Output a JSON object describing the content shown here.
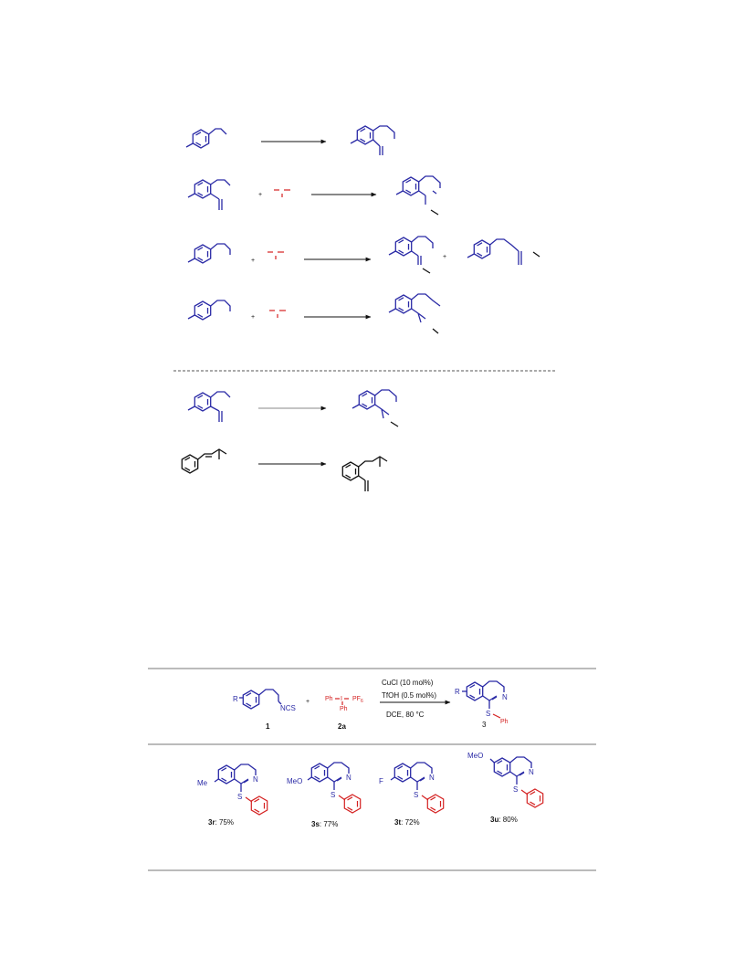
{
  "scheme_bottom": {
    "reactant_1": "1",
    "reactant_2": "2a",
    "product": "3",
    "reagent_1": "CuCl (10 mol%)",
    "reagent_2": "TfOH (0.5 mol%)",
    "conditions": "DCE, 80 °C",
    "plus": "+",
    "r_group": "R",
    "ncs_label": "NCS",
    "ph_left": "Ph",
    "ph_bottom": "Ph",
    "i_atom": "I",
    "counterion": "PF",
    "counterion_sub": "6",
    "product_n": "N",
    "product_s": "S",
    "product_ph": "Ph"
  },
  "products": [
    {
      "id": "3r",
      "yield": ": 75%",
      "substituent": "Me"
    },
    {
      "id": "3s",
      "yield": ": 77%",
      "substituent": "MeO"
    },
    {
      "id": "3t",
      "yield": ": 72%",
      "substituent": "F"
    },
    {
      "id": "3u",
      "yield": ": 80%",
      "substituent": "MeO"
    }
  ],
  "atom_labels": {
    "n": "N",
    "s": "S",
    "i": "I"
  },
  "colors": {
    "substrate": "#2a2aa6",
    "reagent": "#d42020",
    "text": "#111111"
  }
}
